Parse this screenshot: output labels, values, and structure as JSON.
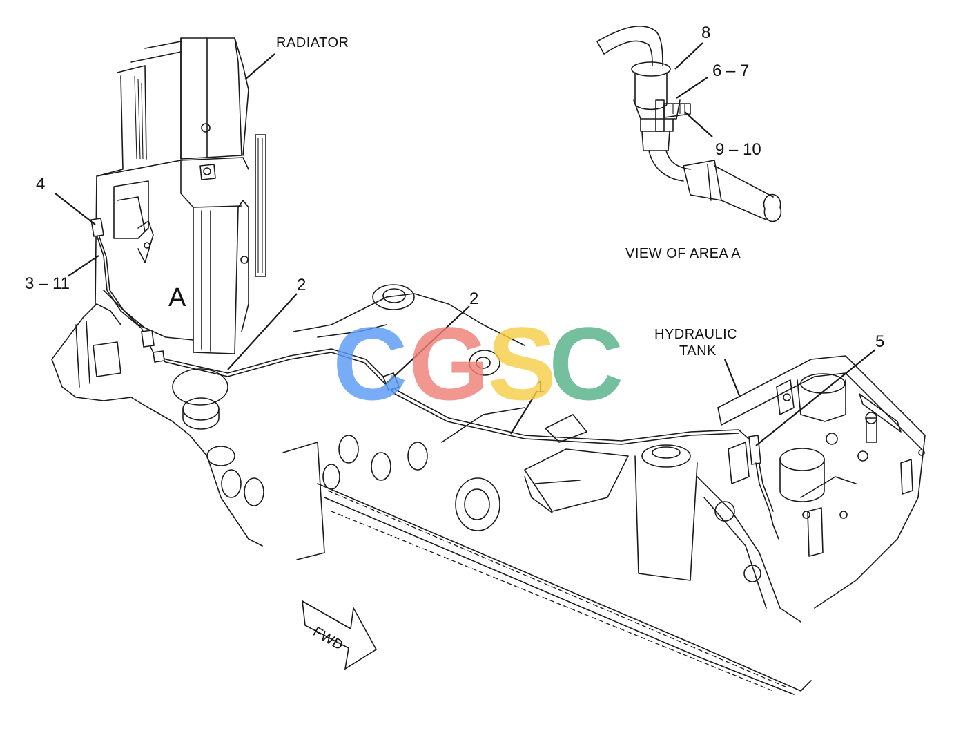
{
  "labels": {
    "radiator": "RADIATOR",
    "view_area": "VIEW OF AREA  A",
    "hydraulic_line1": "HYDRAULIC",
    "hydraulic_line2": "TANK",
    "area_letter": "A",
    "fwd": "FWD"
  },
  "callouts": {
    "c8": "8",
    "c6_7": "6 – 7",
    "c9_10": "9 – 10",
    "c4": "4",
    "c3_11": "3 – 11",
    "c2a": "2",
    "c2b": "2",
    "c1": "1",
    "c5": "5"
  },
  "watermark": {
    "letters": [
      "C",
      "G",
      "S",
      "C"
    ],
    "colors": [
      "#5b9bf5",
      "#f07f78",
      "#f7cf4a",
      "#56b389"
    ]
  }
}
